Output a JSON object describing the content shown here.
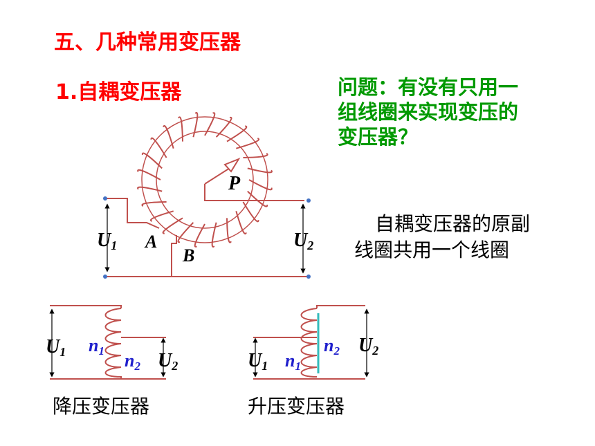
{
  "heading": "五、几种常用变压器",
  "section_title": "1.自耦变压器",
  "question": {
    "lines": [
      "问题：有没有只用一",
      "组线圈来实现变压的",
      "变压器？"
    ]
  },
  "description": {
    "line1": "自耦变压器的原副",
    "line2": "线圈共用一个线圈"
  },
  "toroid": {
    "label_p": "P",
    "label_a": "A",
    "label_b": "B",
    "u1_main": "U",
    "u1_sub": "1",
    "u2_main": "U",
    "u2_sub": "2"
  },
  "step_down": {
    "u1_main": "U",
    "u1_sub": "1",
    "n1_main": "n",
    "n1_sub": "1",
    "n2_main": "n",
    "n2_sub": "2",
    "u2_main": "U",
    "u2_sub": "2",
    "caption": "降压变压器"
  },
  "step_up": {
    "u1_main": "U",
    "u1_sub": "1",
    "n1_main": "n",
    "n1_sub": "1",
    "n2_main": "n",
    "n2_sub": "2",
    "u2_main": "U",
    "u2_sub": "2",
    "caption": "升压变压器"
  },
  "colors": {
    "wire": "#c0504d",
    "label_blue": "#1f1fcc",
    "tap_line": "#33bbbb",
    "heading": "#ff0000",
    "question": "#009900"
  }
}
